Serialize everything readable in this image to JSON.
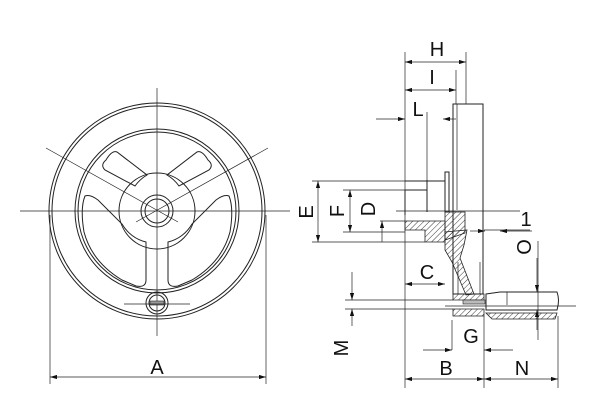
{
  "drawing": {
    "title": "Handwheel with revolving handle - dimension drawing",
    "labels": {
      "A": "A",
      "B": "B",
      "C": "C",
      "D": "D",
      "E": "E",
      "F": "F",
      "G": "G",
      "H": "H",
      "I": "I",
      "L": "L",
      "M": "M",
      "N": "N",
      "O": "O",
      "one": "1"
    }
  }
}
